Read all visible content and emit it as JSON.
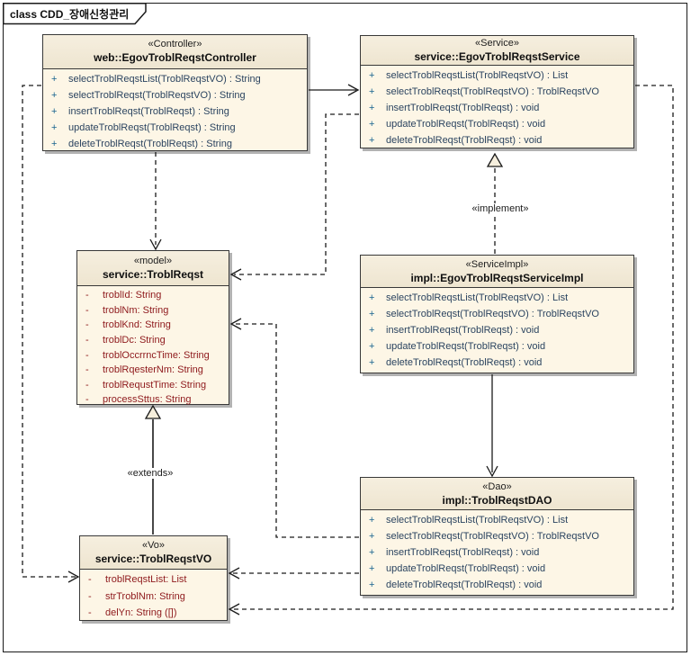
{
  "frame": {
    "title": "class CDD_장애신청관리"
  },
  "colors": {
    "box_fill": "#fdf6e6",
    "header_fill": "#f2ebda",
    "border": "#383838",
    "method_text": "#2b4460",
    "method_sign": "#19638f",
    "attribute_text": "#8e191c",
    "line": "#1a1a1a",
    "shadow": "#b2b2b2",
    "triangle_fill": "#f6efdd"
  },
  "classes": [
    {
      "id": "controller",
      "stereotype": "«Controller»",
      "name": "web::EgovTroblReqstController",
      "members": [
        {
          "kind": "method",
          "sign": "+",
          "text": "selectTroblReqstList(TroblReqstVO) : String"
        },
        {
          "kind": "method",
          "sign": "+",
          "text": "selectTroblReqst(TroblReqstVO) : String"
        },
        {
          "kind": "method",
          "sign": "+",
          "text": "insertTroblReqst(TroblReqst) : String"
        },
        {
          "kind": "method",
          "sign": "+",
          "text": "updateTroblReqst(TroblReqst) : String"
        },
        {
          "kind": "method",
          "sign": "+",
          "text": "deleteTroblReqst(TroblReqst) : String"
        }
      ]
    },
    {
      "id": "service",
      "stereotype": "«Service»",
      "name": "service::EgovTroblReqstService",
      "members": [
        {
          "kind": "method",
          "sign": "+",
          "text": "selectTroblReqstList(TroblReqstVO) : List"
        },
        {
          "kind": "method",
          "sign": "+",
          "text": "selectTroblReqst(TroblReqstVO) : TroblReqstVO"
        },
        {
          "kind": "method",
          "sign": "+",
          "text": "insertTroblReqst(TroblReqst) : void"
        },
        {
          "kind": "method",
          "sign": "+",
          "text": "updateTroblReqst(TroblReqst) : void"
        },
        {
          "kind": "method",
          "sign": "+",
          "text": "deleteTroblReqst(TroblReqst) : void"
        }
      ]
    },
    {
      "id": "model",
      "stereotype": "«model»",
      "name": "service::TroblReqst",
      "members": [
        {
          "kind": "attribute",
          "sign": "-",
          "text": "troblId: String"
        },
        {
          "kind": "attribute",
          "sign": "-",
          "text": "troblNm: String"
        },
        {
          "kind": "attribute",
          "sign": "-",
          "text": "troblKnd: String"
        },
        {
          "kind": "attribute",
          "sign": "-",
          "text": "troblDc: String"
        },
        {
          "kind": "attribute",
          "sign": "-",
          "text": "troblOccrrncTime: String"
        },
        {
          "kind": "attribute",
          "sign": "-",
          "text": "troblRqesterNm: String"
        },
        {
          "kind": "attribute",
          "sign": "-",
          "text": "troblRequstTime: String"
        },
        {
          "kind": "attribute",
          "sign": "-",
          "text": "processSttus: String"
        }
      ]
    },
    {
      "id": "serviceimpl",
      "stereotype": "«ServiceImpl»",
      "name": "impl::EgovTroblReqstServiceImpl",
      "members": [
        {
          "kind": "method",
          "sign": "+",
          "text": "selectTroblReqstList(TroblReqstVO) : List"
        },
        {
          "kind": "method",
          "sign": "+",
          "text": "selectTroblReqst(TroblReqstVO) : TroblReqstVO"
        },
        {
          "kind": "method",
          "sign": "+",
          "text": "insertTroblReqst(TroblReqst) : void"
        },
        {
          "kind": "method",
          "sign": "+",
          "text": "updateTroblReqst(TroblReqst) : void"
        },
        {
          "kind": "method",
          "sign": "+",
          "text": "deleteTroblReqst(TroblReqst) : void"
        }
      ]
    },
    {
      "id": "dao",
      "stereotype": "«Dao»",
      "name": "impl::TroblReqstDAO",
      "members": [
        {
          "kind": "method",
          "sign": "+",
          "text": "selectTroblReqstList(TroblReqstVO) : List"
        },
        {
          "kind": "method",
          "sign": "+",
          "text": "selectTroblReqst(TroblReqstVO) : TroblReqstVO"
        },
        {
          "kind": "method",
          "sign": "+",
          "text": "insertTroblReqst(TroblReqst) : void"
        },
        {
          "kind": "method",
          "sign": "+",
          "text": "updateTroblReqst(TroblReqst) : void"
        },
        {
          "kind": "method",
          "sign": "+",
          "text": "deleteTroblReqst(TroblReqst) : void"
        }
      ]
    },
    {
      "id": "vo",
      "stereotype": "«Vo»",
      "name": "service::TroblReqstVO",
      "members": [
        {
          "kind": "attribute",
          "sign": "-",
          "text": "troblReqstList: List"
        },
        {
          "kind": "attribute",
          "sign": "-",
          "text": "strTroblNm: String"
        },
        {
          "kind": "attribute",
          "sign": "-",
          "text": "delYn: String ([])"
        }
      ]
    }
  ],
  "connectors": [
    {
      "id": "controller-service",
      "from": "web::EgovTroblReqstController",
      "to": "service::EgovTroblReqstService",
      "style": "solid-arrow",
      "label": ""
    },
    {
      "id": "controller-model",
      "from": "web::EgovTroblReqstController",
      "to": "service::TroblReqst",
      "style": "dashed-arrow",
      "label": ""
    },
    {
      "id": "service-model",
      "from": "service::EgovTroblReqstService",
      "to": "service::TroblReqst",
      "style": "dashed-arrow",
      "label": ""
    },
    {
      "id": "serviceimpl-service",
      "from": "impl::EgovTroblReqstServiceImpl",
      "to": "service::EgovTroblReqstService",
      "style": "dashed-triangle",
      "label": "«implement»"
    },
    {
      "id": "vo-model",
      "from": "service::TroblReqstVO",
      "to": "service::TroblReqst",
      "style": "solid-triangle",
      "label": "«extends»"
    },
    {
      "id": "serviceimpl-dao",
      "from": "impl::EgovTroblReqstServiceImpl",
      "to": "impl::TroblReqstDAO",
      "style": "solid-arrow",
      "label": ""
    },
    {
      "id": "dao-model",
      "from": "impl::TroblReqstDAO",
      "to": "service::TroblReqst",
      "style": "dashed-arrow",
      "label": ""
    },
    {
      "id": "dao-vo",
      "from": "impl::TroblReqstDAO",
      "to": "service::TroblReqstVO",
      "style": "dashed-arrow",
      "label": ""
    },
    {
      "id": "service-vo",
      "from": "service::EgovTroblReqstService",
      "to": "service::TroblReqstVO",
      "style": "dashed-arrow",
      "label": ""
    },
    {
      "id": "controller-vo",
      "from": "web::EgovTroblReqstController",
      "to": "service::TroblReqstVO",
      "style": "dashed-arrow",
      "label": ""
    }
  ]
}
